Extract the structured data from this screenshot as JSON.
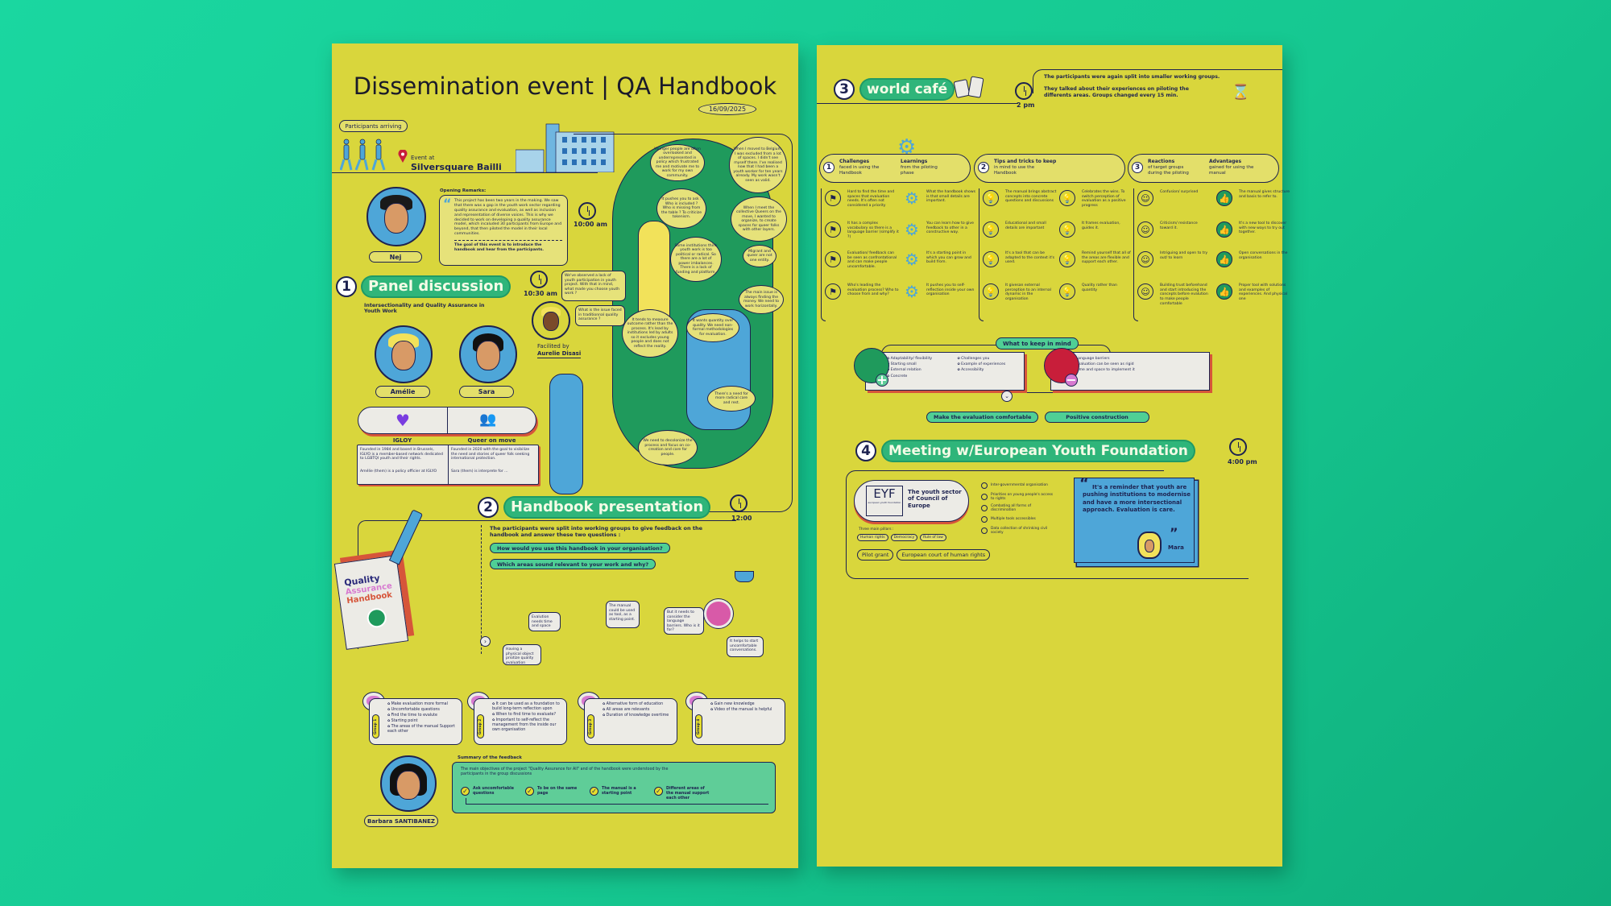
{
  "colors": {
    "background": "#16c891",
    "poster": "#d9d63c",
    "accent_green": "#2fb57a",
    "navy": "#1d2250",
    "blue": "#4ea6d8",
    "red": "#c81e3a"
  },
  "left": {
    "title": "Dissemination event | QA Handbook",
    "date": "16/09/2025",
    "arrival_label": "Participants arriving",
    "event_at": "Event at",
    "venue": "Silversquare Bailli",
    "opening": {
      "label": "Opening Remarks:",
      "speaker": "Nej",
      "time": "10:00 am",
      "text": "This project has been two years in the making. We saw that there was a gap in the youth work sector regarding quality assurance and evaluation, as well as inclusion and representation of diverse voices. This is why we decided to work on developing a quality assurance model, which incaluded 30 participants from Europe and beyond, that then piloted the model in their local communities.",
      "goal": "The goal of this event is to introduce the handbook and hear from the participants."
    },
    "panel": {
      "number": "1",
      "title": "Panel discussion",
      "time": "10:30 am",
      "subtitle": "Intersectionality and Quality Assurance in Youth Work",
      "facilitator_label": "Facilited by",
      "facilitator": "Aurelie Disasi",
      "speakers": [
        {
          "name": "Amélie",
          "org": "IGLOY",
          "desc": "Founded in 1984 and based in Brussels, IGLYO is a member-based network dedicated to LGBTQI youth and their rights.",
          "role": "Amélie (them) is a policy officier at IGLYO"
        },
        {
          "name": "Sara",
          "org": "Queer on move",
          "desc": "Founded in 2020 with the goal to visibilize the need and stories of queer folk seeking international protection.",
          "role": "Sara (them) is interprete for ..."
        }
      ],
      "bubbles": [
        "Younger people are often overlooked and underrepresented in policy which frustrated me and motivate me to work for my own community.",
        "When I moved to Belgium, I was excluded from a lot of spaces. I didn't see myself there. I've realised now that I had been a youth worker for ten years already. My work wasn't seen as valid.",
        "It pushes you to ask : Who is included ? Who is missing from the table ? To criticize tokenism.",
        "When I meet the collective Queers on the move, I wanted to organize, to create spaces for queer folks with other layers.",
        "Some institutions think youth work is too political or radical. So there are a lot of power imbalances. There is a lack of funding and platform.",
        "Migrant and queer are not one entity.",
        "The main issue is always finding the money. We need to work horizontally.",
        "We've observed a lack of youth participation in youth project. With that in mind, what made you choose youth work ?",
        "What is the issue faced in traditionnal quality assurance ?",
        "It tends to measure outcome rather than the process. It's lead by institutions led by adults so it excludes young people and does not reflect the reality.",
        "It wants quantity over quality. We need non-formal methodologies for evaluation.",
        "There's a need for more radical care and rest.",
        "We need to decolonize the process and focus on co-creation and care for people."
      ]
    },
    "handbook": {
      "number": "2",
      "title": "Handbook presentation",
      "time": "12:00",
      "intro": "The participants were split into working groups to give feedback on the handbook and answer these two questions :",
      "questions": [
        "How would you use this handbook in your organisation?",
        "Which areas sound relevant to your work and why?"
      ],
      "book_title": [
        "Quality",
        "Assurance",
        "Handbook"
      ],
      "quotes": [
        "Evalution needs time and space",
        "The manual could be used as tool, as a starting point.",
        "But it needs to consider the language barriers. Who is it for?",
        "Having a physical object priotize quality evaluation",
        "It helps to start uncomfortable conversations."
      ],
      "groups": [
        {
          "label": "Group 1",
          "items": [
            "Make evaluation more formal",
            "Uncomfortable questions",
            "Find the time to evalute",
            "Starting point",
            "The areas of the manual Support each other"
          ]
        },
        {
          "label": "Group 2",
          "items": [
            "It can be used as a foundation to build long-term reflection upon",
            "When to find time to evaluate?",
            "Important to self-reflect the management from the inside our own organisation"
          ]
        },
        {
          "label": "Group 3",
          "items": [
            "Alternative form of education",
            "All areas are relevants",
            "Duration of knowledge overtime"
          ]
        },
        {
          "label": "Group 4",
          "items": [
            "Gain new knowledge",
            "Video of the manual is helpful"
          ]
        }
      ]
    },
    "summary": {
      "label": "Summary of the feedback",
      "speaker": "Barbara SANTIBANEZ",
      "text": "The main objectives of the project \"Quality Assurance for All\" and of the handbook were understood by the participants in the group discussions",
      "checks": [
        "Ask uncomfortable questions",
        "To be on the same page",
        "The manual is a starting point",
        "Different areas of the manual support each other"
      ]
    }
  },
  "right": {
    "cafe": {
      "number": "3",
      "title": "world café",
      "time": "2 pm",
      "text1": "The participants were again split into smaller working groups.",
      "text2": "They talked about their experiences on piloting the differents areas. Groups changed every 15 min.",
      "categories": [
        {
          "num": "1",
          "a_title": "Challenges",
          "a_sub": "faced in using the Handbook",
          "b_title": "Learnings",
          "b_sub": "from the piloting phase"
        },
        {
          "num": "2",
          "a_title": "Tips and tricks to keep",
          "a_sub": "in mind to use the Handbook",
          "b_title": "",
          "b_sub": ""
        },
        {
          "num": "3",
          "a_title": "Reactions",
          "a_sub": "of target groups during the piloting",
          "b_title": "Advantages",
          "b_sub": "gained for using the manual"
        }
      ],
      "columns": [
        {
          "icon": "flag-mountain-icon",
          "glyph": "⚑",
          "items": [
            "Hard to find the time and spaces that evaluation needs. It's often not considered a priority",
            "It has a complex vocabulary so there is a language barrier (simplify it ?)",
            "Evaluation/ feedback can be seen as confrontational and can make people uncomfortable.",
            "Who's leading the evaluation process? Who to choose from and why?"
          ]
        },
        {
          "icon": "gear-icon",
          "glyph": "⚙",
          "items": [
            "What the handbook shows is that small details are important.",
            "You can learn how to give feedback to other in a constructive way.",
            "It's a starting point in which you can grow and build from.",
            "It pushes you to self-reflection inside your own organisation"
          ]
        },
        {
          "icon": "lightbulb-icon",
          "glyph": "💡",
          "items": [
            "The manual brings abstract concepts into concrete questions and discussions",
            "Educational and small details are important",
            "It's a tool that can be adapted to the context it's used.",
            "It givesan external perception to an internal dynamic in the organisation"
          ]
        },
        {
          "icon": "lightbulb-icon",
          "glyph": "💡",
          "items": [
            "Celebrates the wins. To switch perception of evaluation as a positive progress",
            "It frames evaluation, guides it.",
            "Remind yourself that all of the areas are flexible and support each other.",
            "Quality rather than quantity"
          ]
        },
        {
          "icon": "smiley-icon",
          "glyph": "☺",
          "items": [
            "Confusion/ surprised",
            "Criticism/ resistance toward it.",
            "Intriguing and open to try out/ to learn",
            "Building trust beforehand and start introducing the concepts before evalution to make people comfortable"
          ]
        },
        {
          "icon": "thumbs-up-icon",
          "glyph": "👍",
          "items": [
            "The manual gives structure and basis to refer to.",
            "It's a new tool to discover with new ways to try out together.",
            "Open conversations in the organisation",
            "Proper tool with solutions and examples of experiences. And physical one"
          ]
        }
      ],
      "keep_in_mind": "What to keep in mind",
      "positives": [
        "Adaptability/ flexibility",
        "Starting small",
        "External relation",
        "Concrete",
        "Challenges you",
        "Example of experiences",
        "Accessibility"
      ],
      "negatives": [
        "Language barriers",
        "Evaluation can be seen as rigid",
        "Time and space to implement it"
      ],
      "outcomes": [
        "Make the evaluation comfortable",
        "Positive construction"
      ]
    },
    "eyf": {
      "number": "4",
      "title": "Meeting w/European Youth Foundation",
      "time": "4:00 pm",
      "logo": "EYF",
      "logo_sub": "european youth foundation",
      "tagline": "The youth sector of Council of Europe",
      "pillars_label": "Three main pillars :",
      "pillars": [
        "Human rights",
        "Democracy",
        "Rule of law"
      ],
      "tags": [
        "Pilot grant",
        "European court of human rights"
      ],
      "points": [
        "Inter-governmental organisation",
        "Priorities on young people's access to rights",
        "Combating all forms of discrimination",
        "Multiple tools accessibles",
        "Data collection of shrinking civil society"
      ],
      "quote": "It's a reminder that youth are pushing institutions to modernise and have a more intersectional approach. Evaluation is care.",
      "quote_author": "Mara"
    }
  }
}
